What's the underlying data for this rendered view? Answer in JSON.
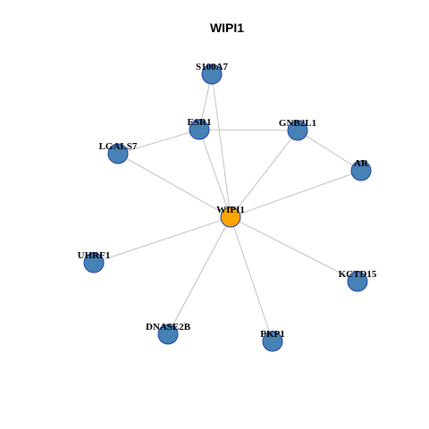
{
  "title": "WIPI1",
  "colors": {
    "center_node": "#ffa500",
    "other_node": "#4682b4",
    "node_border": "#1f3fa8",
    "edge": "#b3b3b3"
  },
  "nodes": [
    {
      "id": "WIPI1",
      "label": "WIPI1",
      "center": true
    },
    {
      "id": "S100A7",
      "label": "S100A7"
    },
    {
      "id": "ESR1",
      "label": "ESR1"
    },
    {
      "id": "GNB2L1",
      "label": "GNB2L1"
    },
    {
      "id": "LGALS7",
      "label": "LGALS7"
    },
    {
      "id": "AR",
      "label": "AR"
    },
    {
      "id": "UHRF1",
      "label": "UHRF1"
    },
    {
      "id": "KCTD15",
      "label": "KCTD15"
    },
    {
      "id": "DNASE2B",
      "label": "DNASE2B"
    },
    {
      "id": "PKP1",
      "label": "PKP1"
    }
  ],
  "edges": [
    [
      "WIPI1",
      "S100A7"
    ],
    [
      "WIPI1",
      "ESR1"
    ],
    [
      "WIPI1",
      "GNB2L1"
    ],
    [
      "WIPI1",
      "LGALS7"
    ],
    [
      "WIPI1",
      "AR"
    ],
    [
      "WIPI1",
      "UHRF1"
    ],
    [
      "WIPI1",
      "KCTD15"
    ],
    [
      "WIPI1",
      "DNASE2B"
    ],
    [
      "WIPI1",
      "PKP1"
    ],
    [
      "S100A7",
      "ESR1"
    ],
    [
      "ESR1",
      "LGALS7"
    ],
    [
      "ESR1",
      "GNB2L1"
    ],
    [
      "GNB2L1",
      "AR"
    ]
  ]
}
